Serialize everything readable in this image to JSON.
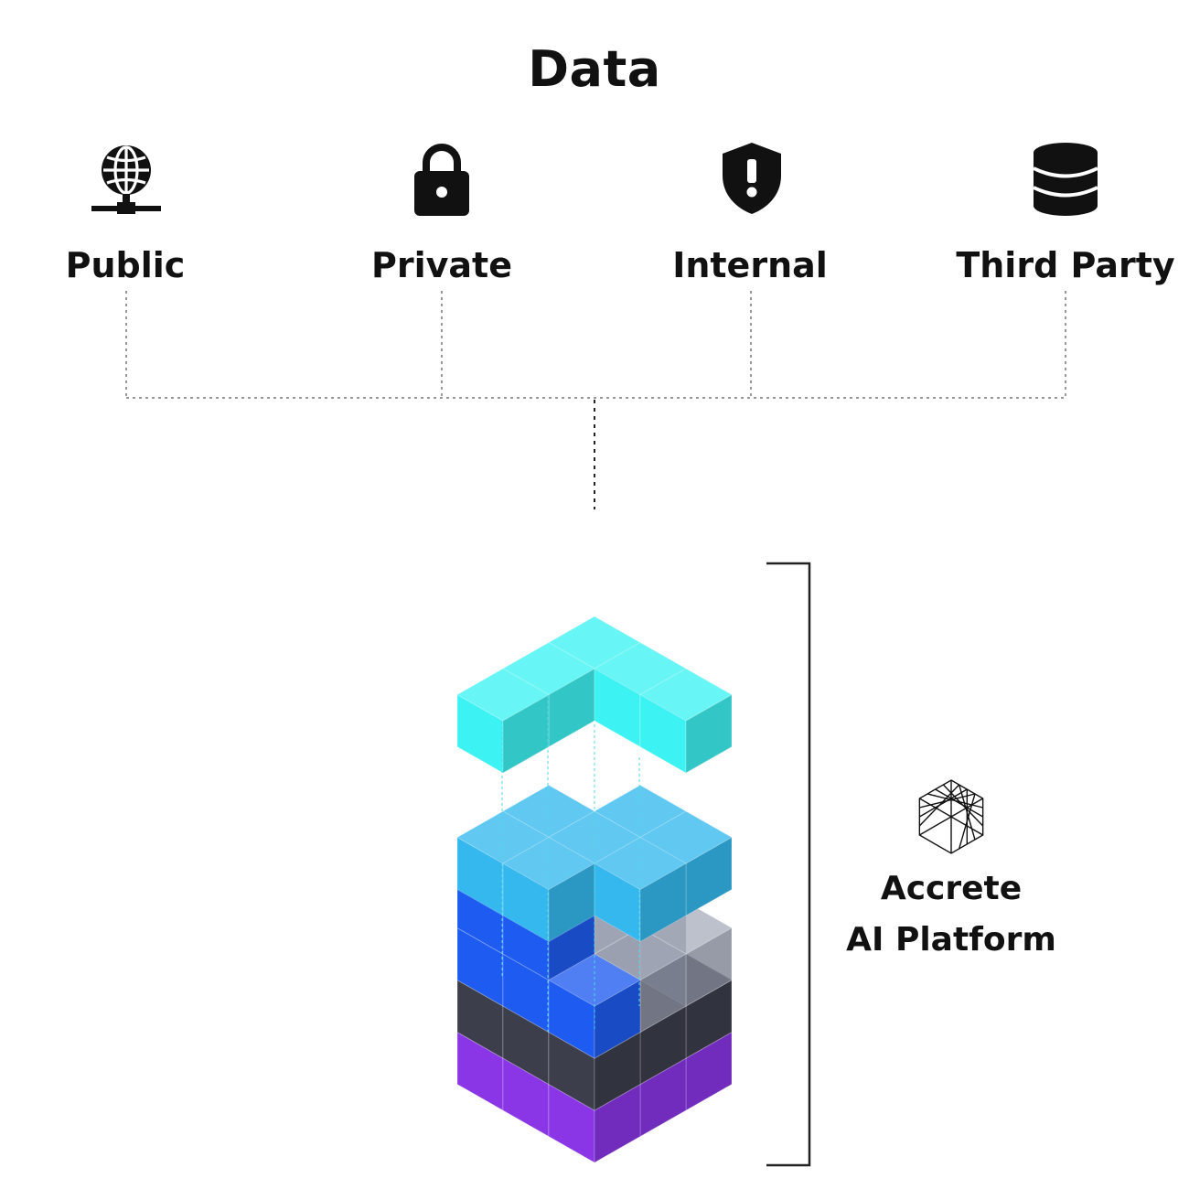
{
  "title": "Data",
  "sources": [
    {
      "label": "Public",
      "icon": "globe-network-icon"
    },
    {
      "label": "Private",
      "icon": "padlock-icon"
    },
    {
      "label": "Internal",
      "icon": "shield-exclamation-icon"
    },
    {
      "label": "Third Party",
      "icon": "database-icon"
    }
  ],
  "platform": {
    "line1": "Accrete",
    "line2": "AI Platform",
    "icon": "hexagon-lattice-icon"
  },
  "colors": {
    "text": "#111111",
    "connector": "#777777",
    "cyan_layer": "#3DF2F2",
    "light_blue_layer": "#35B8EE",
    "blue_block": "#1E5BF0",
    "gray_layer": "#8D95A8",
    "dark_layer": "#3C3E4C",
    "purple_layer": "#8A35E6"
  }
}
